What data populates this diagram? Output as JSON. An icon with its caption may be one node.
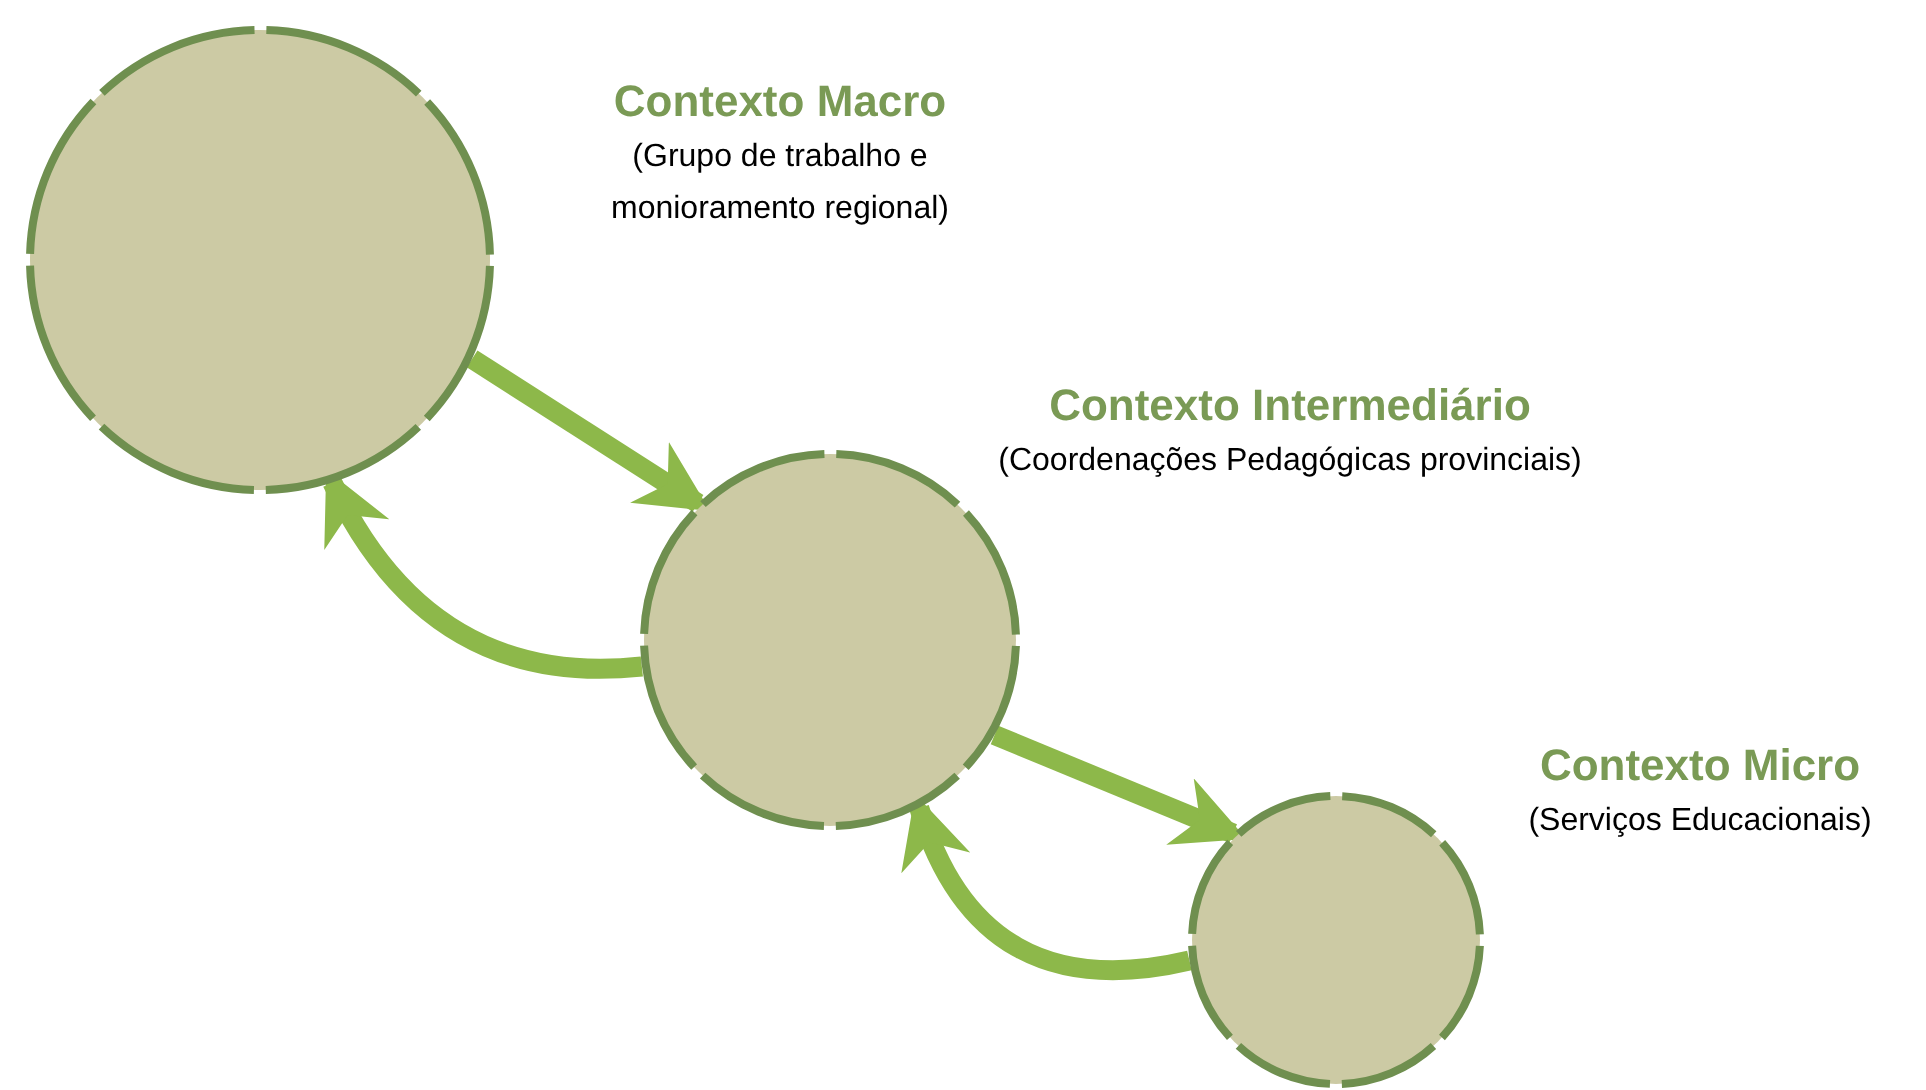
{
  "diagram": {
    "nodes": [
      {
        "text": [
          "Contexto Macro",
          "(Grupo de trabalho e monioramento regional)"
        ]
      },
      {
        "text": [
          "Contexto Intermediário",
          "(Coordenações Pedagógicas provinciais)"
        ]
      },
      {
        "text": [
          "Contexto Micro",
          "(Serviços Educacionais)"
        ]
      }
    ],
    "edges": [
      {
        "from": 0,
        "to": 1,
        "arrow": "to"
      },
      {
        "from": 1,
        "to": 0,
        "arrow": "to"
      },
      {
        "from": 1,
        "to": 2,
        "arrow": "to"
      },
      {
        "from": 2,
        "to": 1,
        "arrow": "to"
      }
    ]
  }
}
